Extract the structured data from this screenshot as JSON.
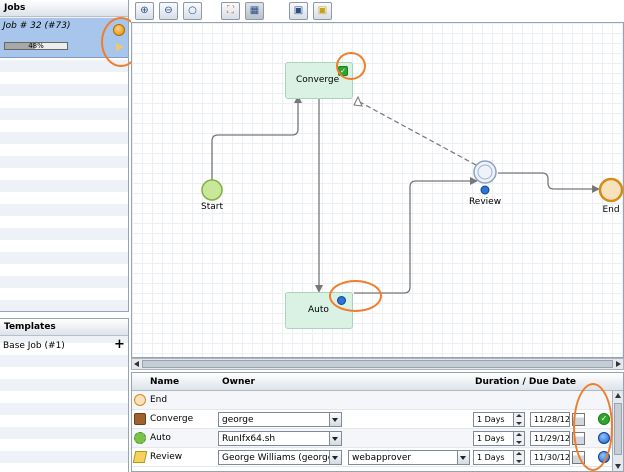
{
  "jobs_panel": {
    "title": "Jobs",
    "job": {
      "label": "Job # 32 (#73)",
      "progress_text": "48%",
      "progress": 0.48
    }
  },
  "templates_panel": {
    "title": "Templates",
    "item": "Base Job (#1)"
  },
  "toolbar": {
    "buttons": [
      "zoom-in-icon",
      "zoom-out-icon",
      "zoom-reset-icon",
      "fit-icon",
      "grid-icon",
      "save-icon",
      "save-as-icon"
    ]
  },
  "workflow": {
    "nodes": {
      "start": "Start",
      "converge": "Converge",
      "auto": "Auto",
      "review": "Review",
      "end": "End"
    }
  },
  "grid": {
    "headers": {
      "name": "Name",
      "owner": "Owner",
      "duration": "Duration / Due Date"
    },
    "rows": [
      {
        "name": "End",
        "icon": "end-circle-icon",
        "owner": "",
        "extra": "",
        "days": "",
        "date": "",
        "status": ""
      },
      {
        "name": "Converge",
        "icon": "briefcase-icon",
        "owner": "george",
        "extra": "",
        "days": "1 Days",
        "date": "11/28/12",
        "status": "check"
      },
      {
        "name": "Auto",
        "icon": "gear-icon",
        "owner": "RunIfx64.sh",
        "extra": "",
        "days": "1 Days",
        "date": "11/29/12",
        "status": "blue"
      },
      {
        "name": "Review",
        "icon": "pencil-icon",
        "owner": "George Williams (george)",
        "extra": "webapprover",
        "days": "1 Days",
        "date": "11/30/12",
        "status": "blue"
      }
    ]
  },
  "colors": {
    "highlight": "#f07d2c",
    "node_fill": "#d9f2e4",
    "selection": "#a8c6ec"
  }
}
